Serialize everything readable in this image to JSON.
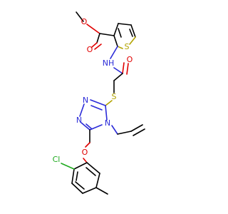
{
  "molecule": {
    "atom_labels": {
      "O_ester_methoxy": "O",
      "O_ester_carbonyl": "O",
      "S_thiophene": "S",
      "NH_amide": "NH",
      "O_amide": "O",
      "S_thioether": "S",
      "N_triazole_1": "N",
      "N_triazole_2": "N",
      "N_triazole_4": "N",
      "O_ether": "O",
      "Cl": "Cl"
    },
    "colors": {
      "carbon_bond": "#000000",
      "nitrogen": "#2b2bd8",
      "oxygen": "#e00000",
      "sulfur": "#b2a300",
      "chlorine": "#1faa1f"
    }
  }
}
